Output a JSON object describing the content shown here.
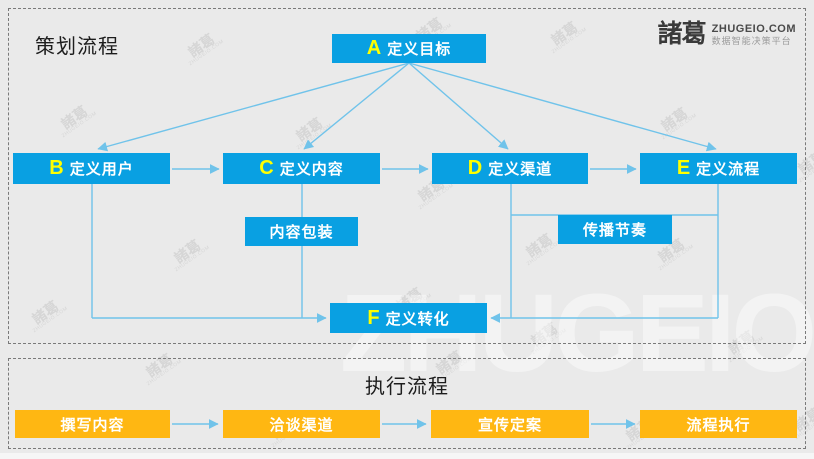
{
  "logo": {
    "brand": "諸葛",
    "domain": "ZHUGEIO.COM",
    "tagline": "数据智能决策平台"
  },
  "watermark": {
    "brand": "諸葛",
    "small": "ZHUGEIO.COM",
    "big": "ZHUGEIO"
  },
  "planning": {
    "title": "策划流程",
    "nodes": {
      "a": {
        "key": "A",
        "label": "定义目标"
      },
      "b": {
        "key": "B",
        "label": "定义用户"
      },
      "c": {
        "key": "C",
        "label": "定义内容"
      },
      "d": {
        "key": "D",
        "label": "定义渠道"
      },
      "e": {
        "key": "E",
        "label": "定义流程"
      },
      "s1": {
        "label": "内容包装"
      },
      "s2": {
        "label": "传播节奏"
      },
      "f": {
        "key": "F",
        "label": "定义转化"
      }
    },
    "edges": [
      "定义目标→定义用户",
      "定义目标→定义内容",
      "定义目标→定义渠道",
      "定义目标→定义流程",
      "定义用户→定义内容",
      "定义内容→定义渠道",
      "定义渠道→定义流程",
      "定义内容→内容包装",
      "定义渠道/定义流程→传播节奏",
      "定义用户→定义转化",
      "定义内容→定义转化",
      "定义渠道→定义转化",
      "定义流程→定义转化"
    ]
  },
  "execution": {
    "title": "执行流程",
    "steps": [
      "撰写内容",
      "洽谈渠道",
      "宣传定案",
      "流程执行"
    ]
  },
  "colors": {
    "node_blue": "#09a0e2",
    "node_orange": "#ffb712",
    "letter_yellow": "#ffff00",
    "line_blue": "#70c3ea",
    "background": "#eaeaea"
  }
}
